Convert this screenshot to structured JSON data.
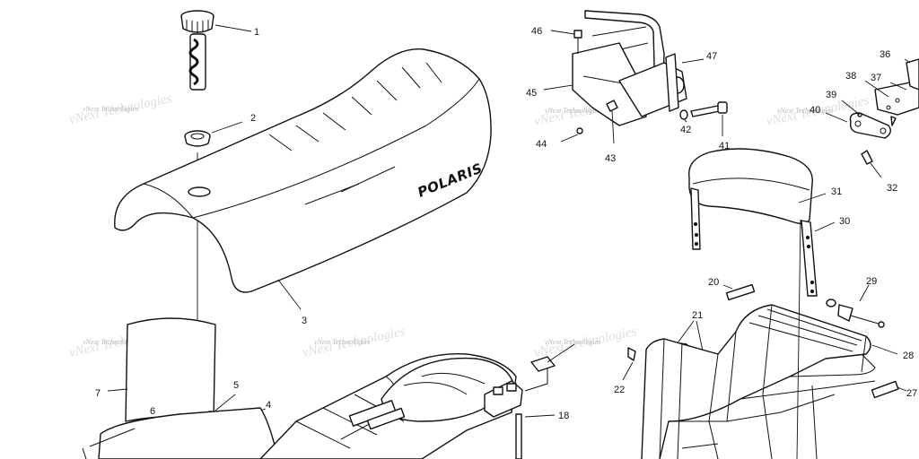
{
  "diagram": {
    "brand_logo": "POLARIS",
    "watermark": "vNext Technologies",
    "callouts": [
      {
        "id": "1",
        "label": "1"
      },
      {
        "id": "2",
        "label": "2"
      },
      {
        "id": "3",
        "label": "3"
      },
      {
        "id": "4",
        "label": "4"
      },
      {
        "id": "5",
        "label": "5"
      },
      {
        "id": "6",
        "label": "6"
      },
      {
        "id": "7",
        "label": "7"
      },
      {
        "id": "18",
        "label": "18"
      },
      {
        "id": "20",
        "label": "20"
      },
      {
        "id": "21",
        "label": "21"
      },
      {
        "id": "22",
        "label": "22"
      },
      {
        "id": "27",
        "label": "27"
      },
      {
        "id": "28",
        "label": "28"
      },
      {
        "id": "29",
        "label": "29"
      },
      {
        "id": "30",
        "label": "30"
      },
      {
        "id": "31",
        "label": "31"
      },
      {
        "id": "32",
        "label": "32"
      },
      {
        "id": "36",
        "label": "36"
      },
      {
        "id": "37",
        "label": "37"
      },
      {
        "id": "38",
        "label": "38"
      },
      {
        "id": "39",
        "label": "39"
      },
      {
        "id": "40",
        "label": "40"
      },
      {
        "id": "41",
        "label": "41"
      },
      {
        "id": "42",
        "label": "42"
      },
      {
        "id": "43",
        "label": "43"
      },
      {
        "id": "44",
        "label": "44"
      },
      {
        "id": "45",
        "label": "45"
      },
      {
        "id": "46",
        "label": "46"
      },
      {
        "id": "47",
        "label": "47"
      }
    ]
  }
}
